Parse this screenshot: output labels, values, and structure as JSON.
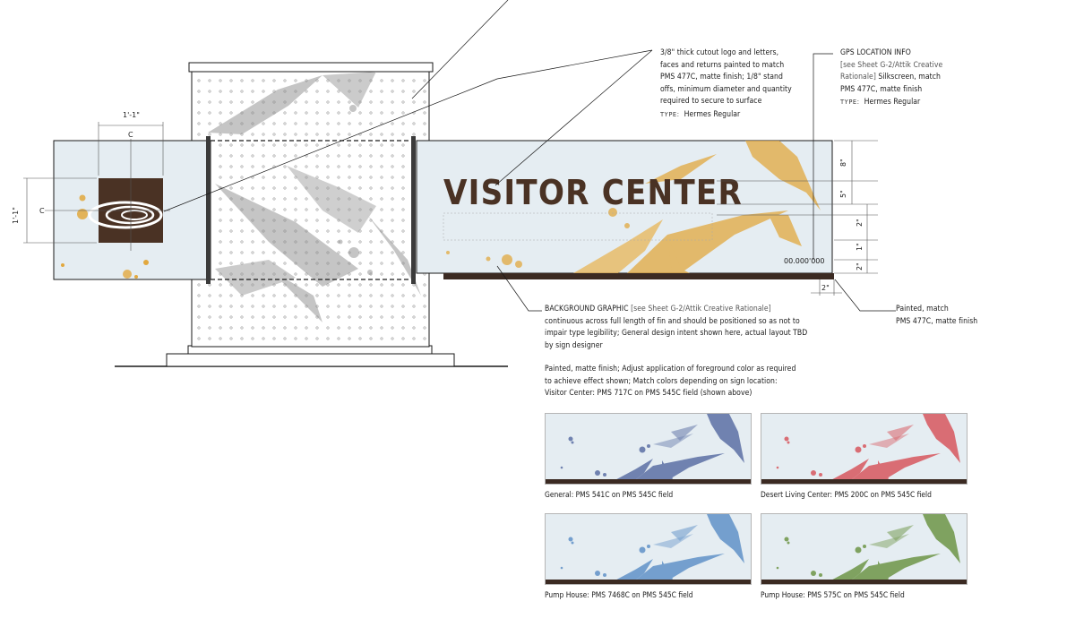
{
  "notes": {
    "cutout": {
      "line1": "3/8\" thick cutout logo and letters,",
      "line2": "faces and returns painted to match",
      "line3": "PMS 477C, matte finish; 1/8\" stand",
      "line4": "offs, minimum diameter and quantity",
      "line5": "required to secure to surface",
      "type_label": "TYPE:",
      "type_value": "Hermes Regular"
    },
    "gps": {
      "heading": "GPS LOCATION INFO",
      "line1": "[see Sheet G-2/Attik Creative",
      "line2_light": "Rationale]",
      "line2_rest": " Silkscreen, match",
      "line3": "PMS 477C, matte finish",
      "type_label": "TYPE:",
      "type_value": "Hermes Regular"
    },
    "painted": {
      "line1": "Painted, match",
      "line2": "PMS 477C, matte finish"
    },
    "background": {
      "heading": "BACKGROUND GRAPHIC",
      "heading_ref": " [see Sheet G-2/Attik Creative Rationale]",
      "line2": "continuous across full length of fin and should be positioned so as not to",
      "line3": "impair type legibility; General design intent shown here, actual layout TBD",
      "line4": "by sign designer"
    },
    "finish": {
      "line1": "Painted, matte finish; Adjust application of foreground color as required",
      "line2": "to achieve effect shown; Match colors depending on sign location:",
      "line3": "Visitor Center: PMS 717C on PMS 545C field (shown above)"
    }
  },
  "sign": {
    "title": "VISITOR CENTER",
    "gps_value": "00.000'000"
  },
  "dimensions": {
    "logo_width": "1'-1\"",
    "logo_height": "1'-1\"",
    "center_mark_h": "C",
    "center_mark_v": "C",
    "d8": "8\"",
    "d5": "5\"",
    "d2a": "2\"",
    "d1": "1\"",
    "d2b": "2\"",
    "d2c": "2\""
  },
  "swatches": [
    {
      "caption": "General: PMS 541C on PMS 545C field",
      "color": "#4a5f9a"
    },
    {
      "caption": "Desert Living Center: PMS 200C on PMS 545C field",
      "color": "#d5434a"
    },
    {
      "caption": "Pump House: PMS 7468C on PMS 545C field",
      "color": "#4f86c2"
    },
    {
      "caption": "Pump House: PMS 575C on PMS 545C field",
      "color": "#5e8a30"
    }
  ],
  "colors": {
    "field": "#e5edf2",
    "brown": "#4a3224",
    "orange": "#e2a83e",
    "gray_graphic": "#8c8c8c",
    "base_bar": "#3b2a22"
  }
}
